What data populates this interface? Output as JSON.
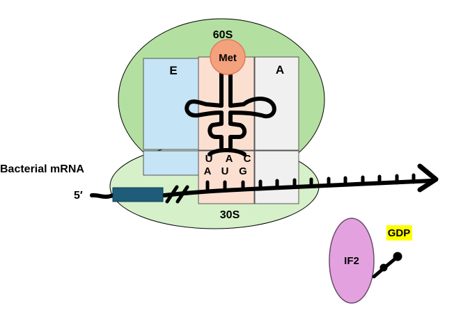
{
  "subunits": {
    "large": "60S",
    "small": "30S"
  },
  "sites": {
    "e": "E",
    "a": "A"
  },
  "amino_acid": "Met",
  "mrna": {
    "name": "Bacterial mRNA",
    "five_prime": "5′"
  },
  "anticodon": [
    "U",
    "A",
    "C"
  ],
  "codon": [
    "A",
    "U",
    "G"
  ],
  "factor": {
    "name": "IF2",
    "nucleotide": "GDP"
  },
  "colors": {
    "large_subunit": "#b3e0a0",
    "small_subunit": "#d6f0c9",
    "e_site": "#c5e4f5",
    "p_site": "#fbe0d2",
    "a_site": "#f0f0f0",
    "met": "#f4a17e",
    "shine_dalgarno": "#1f5c7a",
    "if2": "#e3a2df",
    "gdp_highlight": "#ffff00"
  }
}
